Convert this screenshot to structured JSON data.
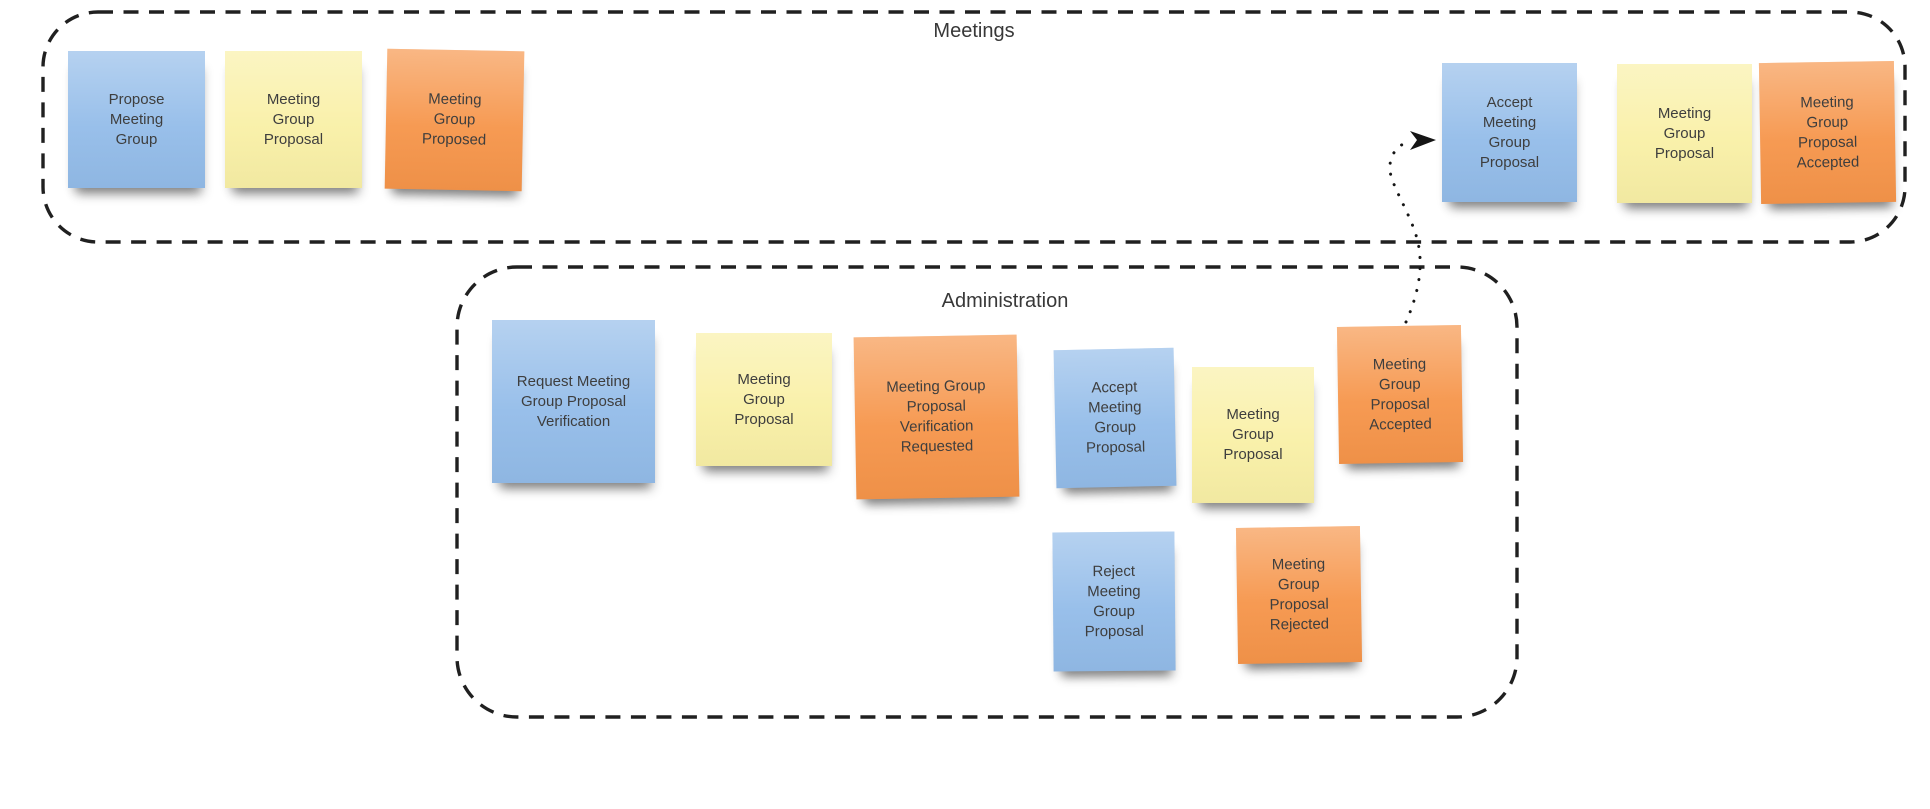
{
  "diagram": {
    "lanes": [
      {
        "label": "Meetings",
        "notes": [
          {
            "text": "Propose Meeting Group",
            "color": "blue"
          },
          {
            "text": "Meeting Group Proposal",
            "color": "yellow"
          },
          {
            "text": "Meeting Group Proposed",
            "color": "orange"
          },
          {
            "text": "Accept Meeting Group Proposal",
            "color": "blue"
          },
          {
            "text": "Meeting Group Proposal",
            "color": "yellow"
          },
          {
            "text": "Meeting Group Proposal Accepted",
            "color": "orange"
          }
        ]
      },
      {
        "label": "Administration",
        "notes": [
          {
            "text": "Request Meeting Group Proposal Verification",
            "color": "blue"
          },
          {
            "text": "Meeting Group Proposal",
            "color": "yellow"
          },
          {
            "text": "Meeting Group Proposal Verification Requested",
            "color": "orange"
          },
          {
            "text": "Accept Meeting Group Proposal",
            "color": "blue"
          },
          {
            "text": "Meeting Group Proposal",
            "color": "yellow"
          },
          {
            "text": "Meeting Group Proposal Accepted",
            "color": "orange"
          },
          {
            "text": "Reject Meeting Group Proposal",
            "color": "blue"
          },
          {
            "text": "Meeting Group Proposal Rejected",
            "color": "orange"
          }
        ]
      }
    ],
    "connector": {
      "style": "dotted-arrow",
      "from": "Meeting Group Proposal Accepted (Administration)",
      "to": "Accept Meeting Group Proposal (Meetings)"
    },
    "colors": {
      "board_bg": "#ffffff",
      "note_blue": "#93bce9",
      "note_yellow": "#f9f0a6",
      "note_orange": "#f6954a",
      "note_text": "#3e3e3e",
      "lane_border": "#202020",
      "lane_label": "#383838",
      "connector": "#151515"
    }
  }
}
